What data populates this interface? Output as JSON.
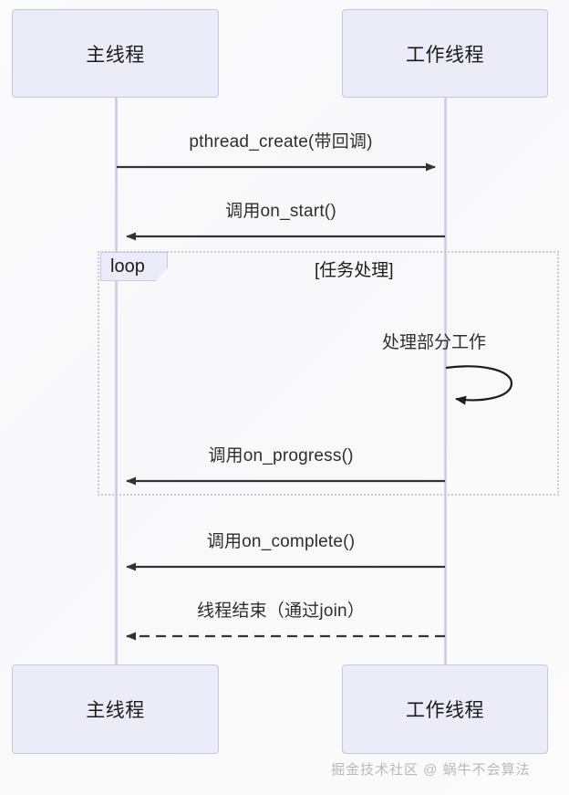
{
  "diagram": {
    "type": "sequence-diagram",
    "background_color": "#fafafa",
    "participant_fill": "#ececf9",
    "participant_border": "#c5c5e8",
    "lifeline_color": "#c9c9e6",
    "arrow_color": "#333333",
    "loop_border_color": "#c9c9e6",
    "participants": [
      {
        "id": "main",
        "label": "主线程"
      },
      {
        "id": "worker",
        "label": "工作线程"
      }
    ],
    "participants_bottom": [
      {
        "id": "main",
        "label": "主线程"
      },
      {
        "id": "worker",
        "label": "工作线程"
      }
    ],
    "messages": [
      {
        "id": "msg-pthread-create",
        "label": "pthread_create(带回调)",
        "from": "main",
        "to": "worker",
        "direction": "right",
        "line_style": "solid"
      },
      {
        "id": "msg-on-start",
        "label": "调用on_start()",
        "from": "worker",
        "to": "main",
        "direction": "left",
        "line_style": "solid"
      },
      {
        "id": "msg-process-work",
        "label": "处理部分工作",
        "from": "worker",
        "to": "worker",
        "direction": "self",
        "line_style": "solid"
      },
      {
        "id": "msg-on-progress",
        "label": "调用on_progress()",
        "from": "worker",
        "to": "main",
        "direction": "left",
        "line_style": "solid"
      },
      {
        "id": "msg-on-complete",
        "label": "调用on_complete()",
        "from": "worker",
        "to": "main",
        "direction": "left",
        "line_style": "solid"
      },
      {
        "id": "msg-thread-end",
        "label": "线程结束（通过join）",
        "from": "worker",
        "to": "main",
        "direction": "left",
        "line_style": "dashed"
      }
    ],
    "fragment": {
      "id": "loop-fragment",
      "operator": "loop",
      "condition": "[任务处理]"
    },
    "watermark": "掘金技术社区 @ 蜗牛不会算法"
  }
}
